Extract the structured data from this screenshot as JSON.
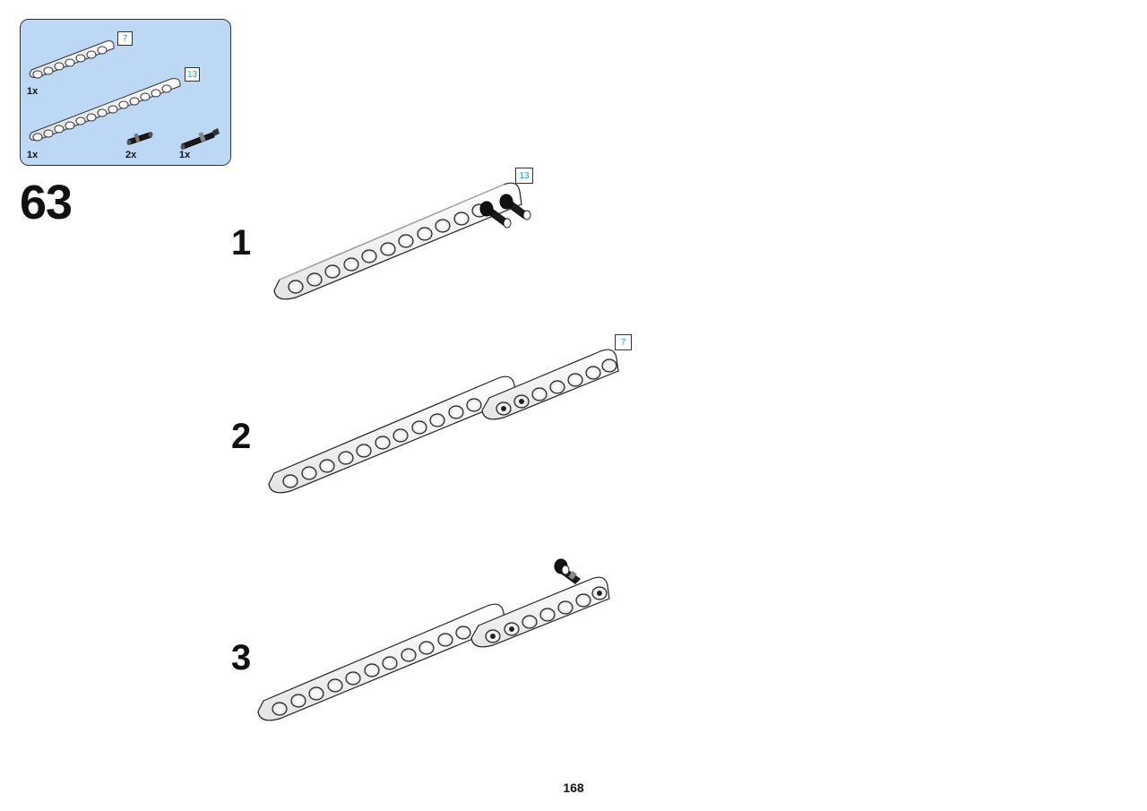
{
  "parts_list": {
    "items": [
      {
        "name": "beam",
        "length_label": "7",
        "qty": "1x"
      },
      {
        "name": "beam",
        "length_label": "13",
        "qty": "1x"
      },
      {
        "name": "connector-peg",
        "qty": "2x"
      },
      {
        "name": "axle-peg",
        "qty": "1x"
      }
    ]
  },
  "step_number": "63",
  "sub_steps": [
    {
      "number": "1",
      "callout": "13"
    },
    {
      "number": "2",
      "callout": "7"
    },
    {
      "number": "3",
      "callout": ""
    }
  ],
  "page_number": "168",
  "colors": {
    "panel_bg": "#bcd8f4",
    "beam_fill": "#ffffff",
    "outline": "#222222",
    "pin_black": "#1a1a1a",
    "callout_text": "#1aa6d6"
  },
  "icons": [
    "beam-7-icon",
    "beam-13-icon",
    "connector-peg-icon",
    "axle-peg-icon",
    "pin-icon"
  ]
}
